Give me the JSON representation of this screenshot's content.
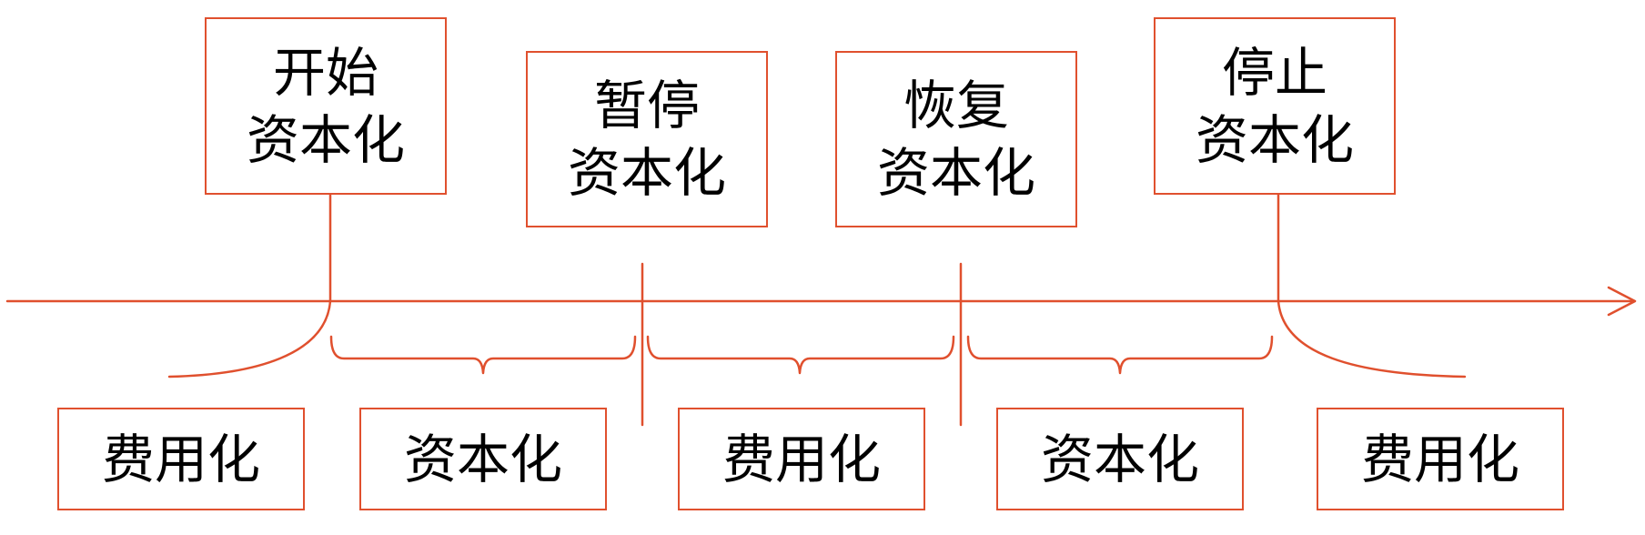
{
  "colors": {
    "accent": "#e0502e",
    "text": "#000000",
    "background": "#ffffff"
  },
  "milestones": [
    {
      "line1": "开始",
      "line2": "资本化"
    },
    {
      "line1": "暂停",
      "line2": "资本化"
    },
    {
      "line1": "恢复",
      "line2": "资本化"
    },
    {
      "line1": "停止",
      "line2": "资本化"
    }
  ],
  "periods": [
    {
      "label": "费用化"
    },
    {
      "label": "资本化"
    },
    {
      "label": "费用化"
    },
    {
      "label": "资本化"
    },
    {
      "label": "费用化"
    }
  ]
}
